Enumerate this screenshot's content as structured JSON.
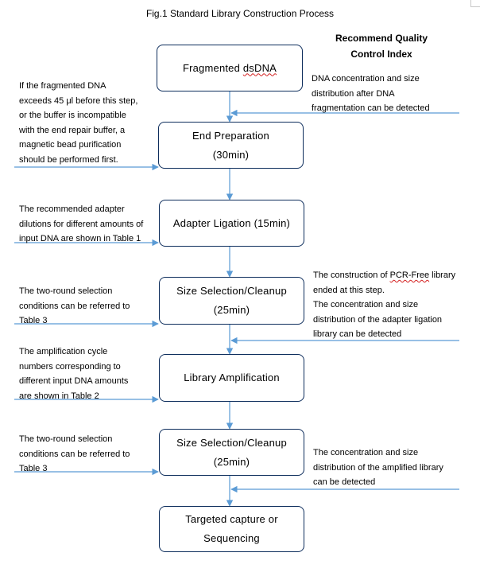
{
  "figure": {
    "title": "Fig.1 Standard Library Construction Process",
    "qc_header_line1": "Recommend Quality",
    "qc_header_line2": "Control Index"
  },
  "steps": [
    {
      "line1": "Fragmented dsDNA",
      "line2": ""
    },
    {
      "line1": "End Preparation",
      "line2": "(30min)"
    },
    {
      "line1": "Adapter Ligation (15min)",
      "line2": ""
    },
    {
      "line1": "Size Selection/Cleanup",
      "line2": "(25min)"
    },
    {
      "line1": "Library Amplification",
      "line2": ""
    },
    {
      "line1": "Size Selection/Cleanup",
      "line2": "(25min)"
    },
    {
      "line1": "Targeted capture or",
      "line2": "Sequencing"
    }
  ],
  "left_notes": {
    "n1": [
      "If the fragmented DNA",
      "exceeds 45 μl before this step,",
      "or the buffer is incompatible",
      "with the end repair buffer, a",
      "magnetic bead purification",
      "should be performed first."
    ],
    "n2": [
      "The recommended adapter",
      "dilutions for different amounts of",
      "input DNA are shown in Table 1"
    ],
    "n3": [
      "The two-round selection",
      "conditions can be referred to",
      "Table 3"
    ],
    "n4": [
      "The amplification cycle",
      "numbers corresponding to",
      "different input DNA amounts",
      "are shown in Table 2"
    ],
    "n5": [
      "The two-round selection",
      "conditions can be referred to",
      "Table 3"
    ]
  },
  "right_notes": {
    "r1": [
      "DNA concentration and size",
      "distribution after DNA",
      "fragmentation can be detected"
    ],
    "r2_pre": "The construction of ",
    "r2_mid": "PCR-Free",
    "r2_post": " library",
    "r2": [
      "ended at this step.",
      "The concentration and size",
      "distribution of the adapter ligation",
      "library can be detected"
    ],
    "r3": [
      "The concentration and size",
      "distribution of the amplified library",
      "can be detected"
    ]
  }
}
